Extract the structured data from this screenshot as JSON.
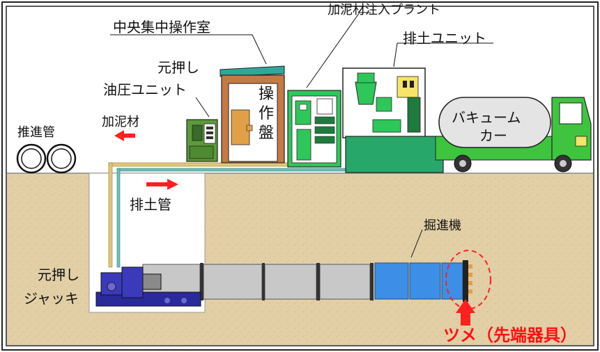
{
  "labels": {
    "central_control_room": "中央集中操作室",
    "mud_injection_plant": "加泥材注入プラント",
    "soil_discharge_unit": "排土ユニット",
    "main_push_line1": "元押し",
    "main_push_line2": "油圧ユニット",
    "pipe": "推進管",
    "mud_material": "加泥材",
    "discharge_pipe": "排土管",
    "control_panel_1": "操",
    "control_panel_2": "作",
    "control_panel_3": "盤",
    "vacuum_line1": "バキューム",
    "vacuum_line2": "カー",
    "tunneling_machine": "掘進機",
    "jack_line1": "元押し",
    "jack_line2": "ジャッキ",
    "cutter_tip": "ツメ（先端器具）"
  },
  "colors": {
    "soil": "#e2cfa6",
    "shaft": "#ffffff",
    "pipe_gray": "#c8c8c8",
    "machine_blue": "#3c8ee6",
    "plant_green": "#27a86a",
    "unit_green": "#2ec75a",
    "truck_green": "#3ec43e",
    "tank_gray": "#e4e4e4",
    "arrow_red": "#ff2020",
    "jack_navy": "#2a2a9a",
    "supply_line": "#e2c77a",
    "return_line": "#6cc0b8"
  }
}
